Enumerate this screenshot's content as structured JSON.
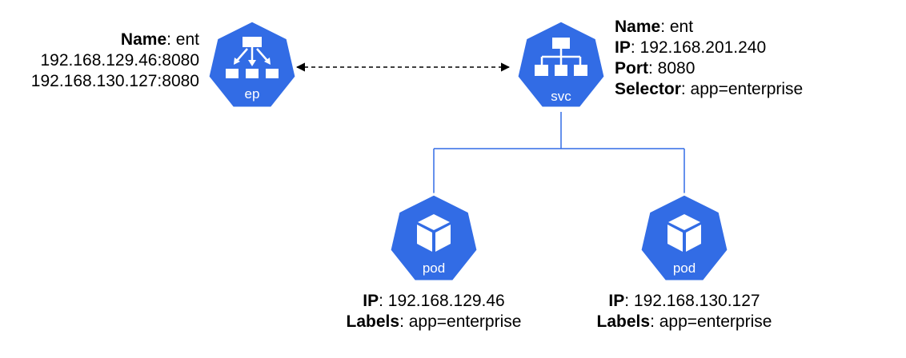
{
  "colors": {
    "node_fill": "#326CE5",
    "node_text": "#FFFFFF",
    "connector": "#326CE5",
    "arrow": "#000000"
  },
  "nodes": {
    "endpoint": {
      "icon": "endpoints-icon",
      "badge": "ep",
      "name_key": "Name",
      "name_value": "ent",
      "addresses": [
        "192.168.129.46:8080",
        "192.168.130.127:8080"
      ]
    },
    "service": {
      "icon": "service-icon",
      "badge": "svc",
      "name_key": "Name",
      "name_value": "ent",
      "ip_key": "IP",
      "ip_value": "192.168.201.240",
      "port_key": "Port",
      "port_value": "8080",
      "selector_key": "Selector",
      "selector_value": "app=enterprise"
    },
    "pods": [
      {
        "icon": "cube-icon",
        "badge": "pod",
        "ip_key": "IP",
        "ip_value": "192.168.129.46",
        "labels_key": "Labels",
        "labels_value": "app=enterprise"
      },
      {
        "icon": "cube-icon",
        "badge": "pod",
        "ip_key": "IP",
        "ip_value": "192.168.130.127",
        "labels_key": "Labels",
        "labels_value": "app=enterprise"
      }
    ]
  }
}
